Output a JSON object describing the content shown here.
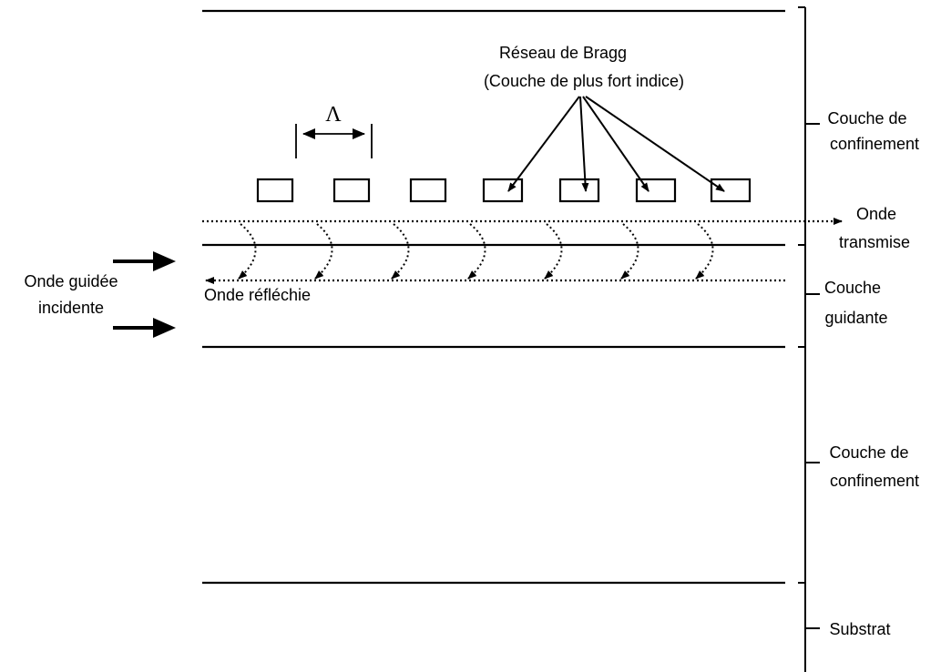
{
  "bragg_label": {
    "line1": "Réseau de Bragg",
    "line2": "(Couche de plus fort indice)"
  },
  "period_symbol": "Λ",
  "incident_wave": {
    "line1": "Onde guidée",
    "line2": "incidente"
  },
  "reflected_wave": "Onde réfléchie",
  "transmitted_wave": {
    "line1": "Onde",
    "line2": "transmise"
  },
  "layers": {
    "confinement_top": {
      "line1": "Couche de",
      "line2": "confinement"
    },
    "guiding": {
      "line1": "Couche",
      "line2": "guidante"
    },
    "confinement_bottom": {
      "line1": "Couche de",
      "line2": "confinement"
    },
    "substrate": "Substrat"
  },
  "colors": {
    "ink": "#000000",
    "background": "#ffffff"
  }
}
